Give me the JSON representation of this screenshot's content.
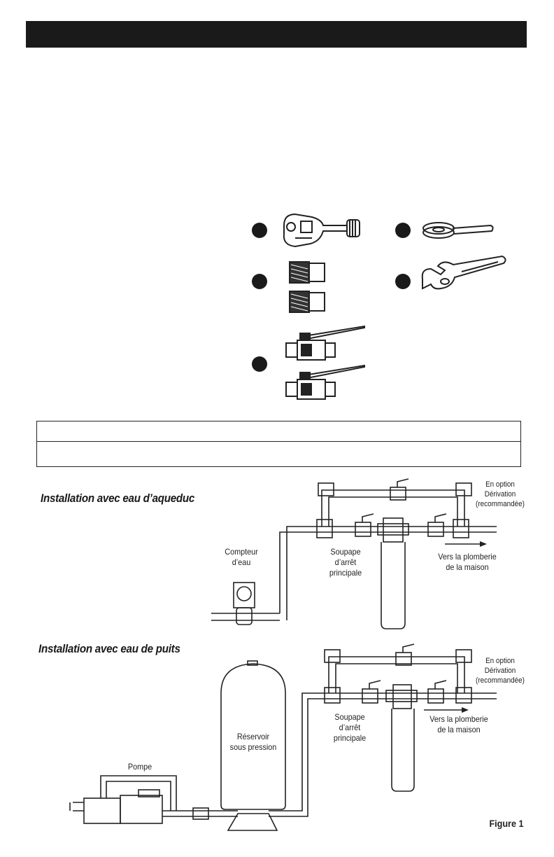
{
  "headings": {
    "city_water": "Installation avec eau d’aqueduc",
    "well_water": "Installation avec eau de puits"
  },
  "city": {
    "bypass_l1": "En option",
    "bypass_l2": "Dérivation",
    "bypass_l3": "(recommandée)",
    "meter_l1": "Compteur",
    "meter_l2": "d’eau",
    "valve_l1": "Soupape",
    "valve_l2": "d’arrêt",
    "valve_l3": "principale",
    "house_l1": "Vers la plomberie",
    "house_l2": "de la maison"
  },
  "well": {
    "bypass_l1": "En option",
    "bypass_l2": "Dérivation",
    "bypass_l3": "(recommandée)",
    "tank_l1": "Réservoir",
    "tank_l2": "sous pression",
    "pump": "Pompe",
    "valve_l1": "Soupape",
    "valve_l2": "d’arrêt",
    "valve_l3": "principale",
    "house_l1": "Vers la plomberie",
    "house_l2": "de la maison"
  },
  "figure_label": "Figure 1",
  "icons": [
    "pipe-cutter-icon",
    "teflon-tape-icon",
    "pipe-fitting-icon",
    "adjustable-wrench-icon",
    "ball-valve-icon"
  ],
  "colors": {
    "header": "#1a1a1a",
    "line": "#222222"
  }
}
